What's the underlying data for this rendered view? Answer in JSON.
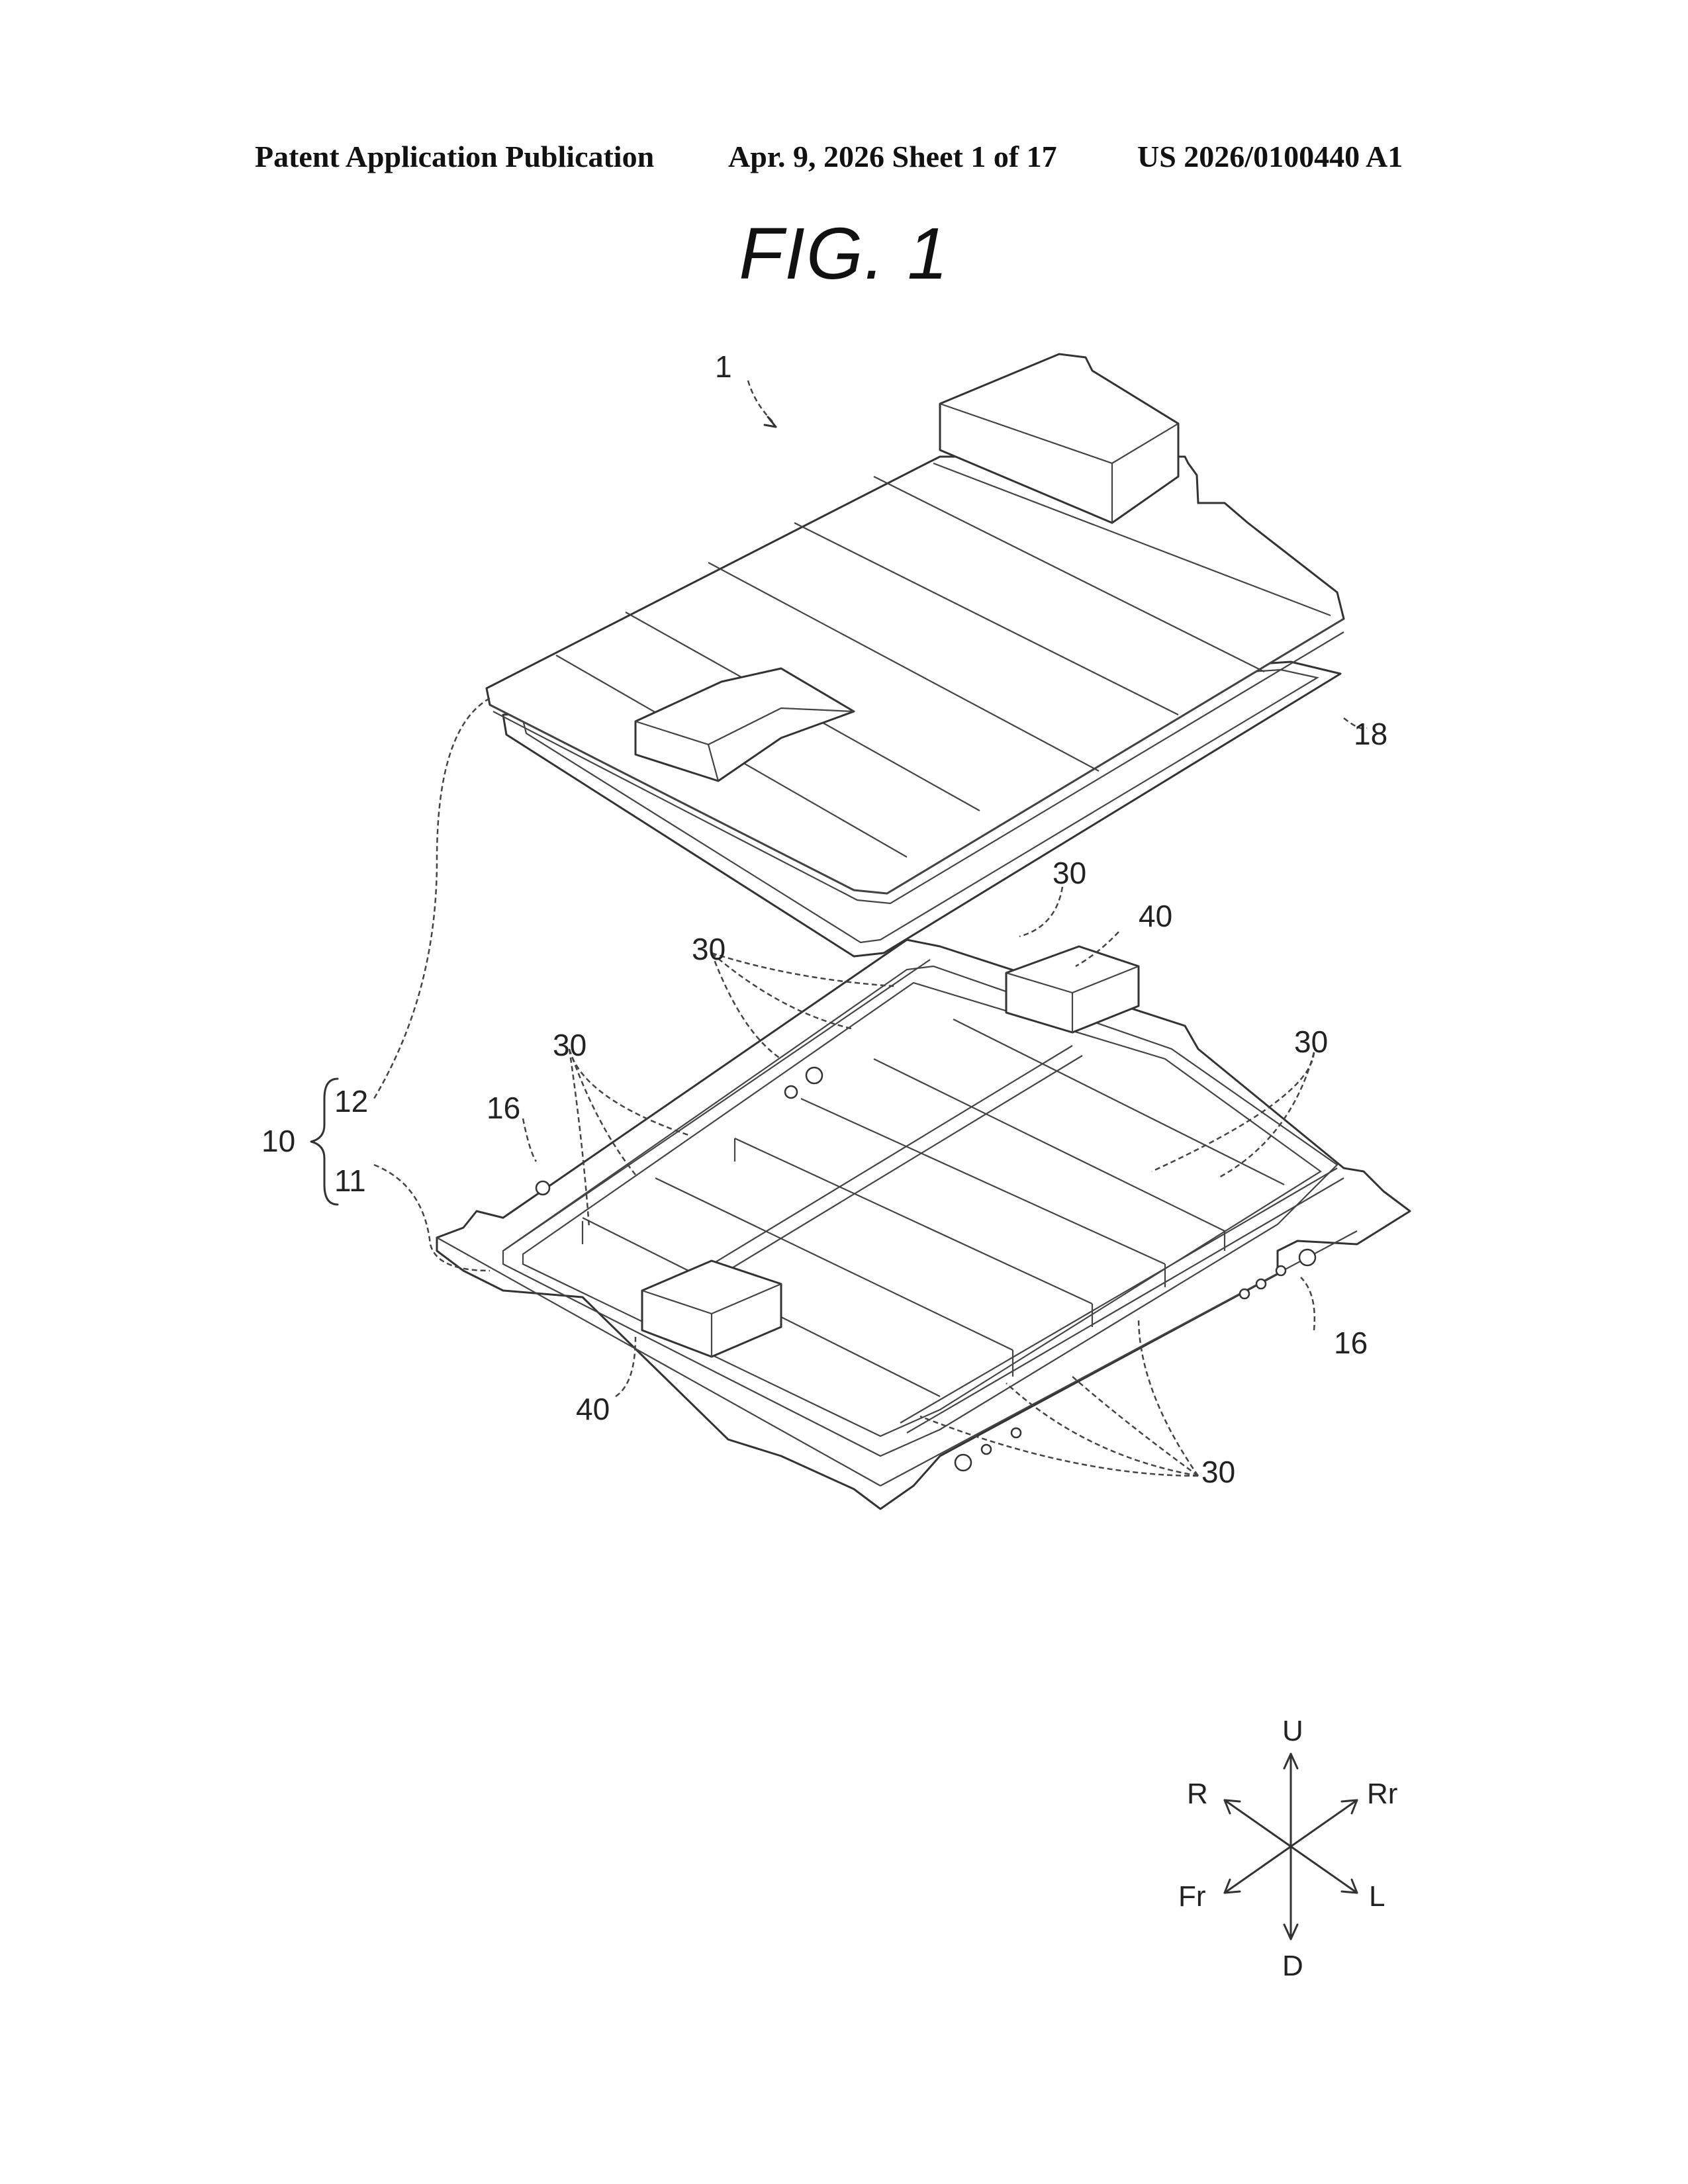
{
  "header": {
    "publication": "Patent Application Publication",
    "date_sheet": "Apr. 9, 2026  Sheet 1 of 17",
    "number": "US 2026/0100440 A1"
  },
  "figure": {
    "title": "FIG. 1"
  },
  "labels": {
    "ref_1": "1",
    "ref_18": "18",
    "ref_10": "10",
    "ref_12": "12",
    "ref_11": "11",
    "ref_16_left": "16",
    "ref_16_right": "16",
    "ref_30_a": "30",
    "ref_30_b": "30",
    "ref_30_c": "30",
    "ref_30_d": "30",
    "ref_30_e": "30",
    "ref_40_top": "40",
    "ref_40_bottom": "40"
  },
  "directions": {
    "up": "U",
    "down": "D",
    "right": "R",
    "rear": "Rr",
    "front": "Fr",
    "left": "L"
  }
}
